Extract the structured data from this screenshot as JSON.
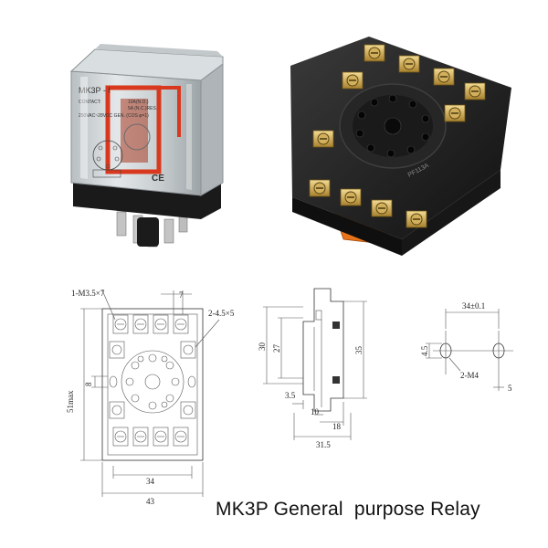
{
  "caption": "MK3P General  purpose Relay",
  "relay": {
    "model": "MK3P - I",
    "contact_label": "CONTACT:",
    "rating_1": "10A(N.O.)",
    "rating_2": "5A (N.C.)RES.",
    "rating_3": "250VAC~28VDC GEN. (COS φ=1)",
    "ce_mark": "CE"
  },
  "socket": {
    "model": "PF113A"
  },
  "drawing_front": {
    "terminal_screw": "1-M3.5×7",
    "mount_holes": "2-4.5×5",
    "pitch": "7",
    "height_max": "51max",
    "center_gap": "8",
    "hole_spacing": "34",
    "width": "43"
  },
  "drawing_side": {
    "overall_height": "35",
    "body_height": "30",
    "inner_height": "27",
    "rail_offset": "3.5",
    "step": "10",
    "depth": "18",
    "base_width": "31.5"
  },
  "drawing_holes": {
    "spacing": "34±0.1",
    "hole_height": "4.5",
    "screw": "2-M4",
    "hole_width": "5"
  },
  "colors": {
    "relay_body": "#cfd4d6",
    "relay_base": "#1a1a1a",
    "socket_body": "#1e1e1e",
    "socket_clip": "#e8731a",
    "coil_wire": "#d8391e",
    "terminal_brass": "#d6b45a"
  }
}
